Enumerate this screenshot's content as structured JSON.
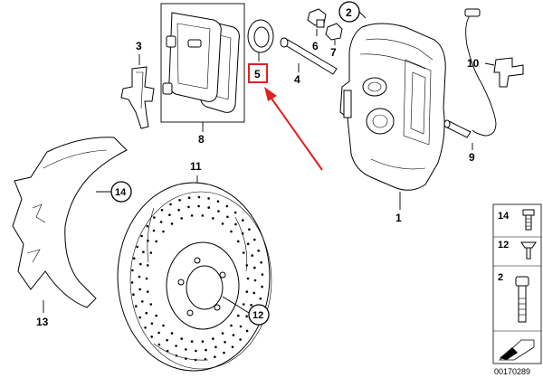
{
  "parts": {
    "p1": "1",
    "p2": "2",
    "p3": "3",
    "p4": "4",
    "p5": "5",
    "p6": "6",
    "p7": "7",
    "p8": "8",
    "p9": "9",
    "p10": "10",
    "p11": "11",
    "p12": "12",
    "p13": "13",
    "p14": "14"
  },
  "legend": {
    "items": [
      "14",
      "12",
      "2"
    ]
  },
  "catalog_number": "00170289",
  "colors": {
    "highlight": "#e02020",
    "line": "#000000"
  }
}
